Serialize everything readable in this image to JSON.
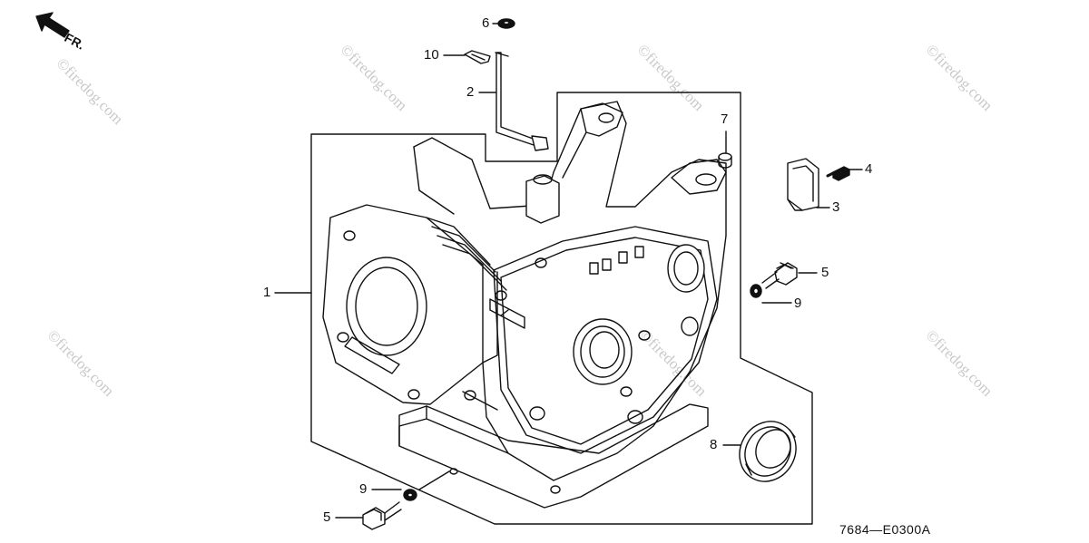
{
  "diagram": {
    "code": "7684—E0300A",
    "direction_label": "FR.",
    "watermark": "©firedog.com",
    "callouts": {
      "c1": "1",
      "c2": "2",
      "c3": "3",
      "c4": "4",
      "c5a": "5",
      "c5b": "5",
      "c6": "6",
      "c7": "7",
      "c8": "8",
      "c9a": "9",
      "c9b": "9",
      "c10": "10"
    },
    "colors": {
      "ink": "#111111",
      "watermark": "#c9c9c9",
      "background": "#ffffff"
    }
  }
}
